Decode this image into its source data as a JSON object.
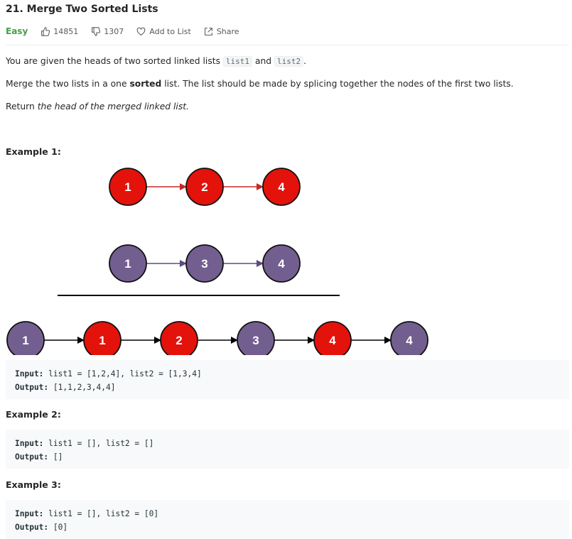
{
  "problem": {
    "title": "21. Merge Two Sorted Lists",
    "difficulty": "Easy",
    "likes": "14851",
    "dislikes": "1307",
    "add_to_list": "Add to List",
    "share": "Share"
  },
  "description": {
    "p1_pre": "You are given the heads of two sorted linked lists ",
    "p1_code1": "list1",
    "p1_mid": " and ",
    "p1_code2": "list2",
    "p1_post": ".",
    "p2_pre": "Merge the two lists in a one ",
    "p2_bold": "sorted",
    "p2_post": " list. The list should be made by splicing together the nodes of the first two lists.",
    "p3_pre": "Return ",
    "p3_em": "the head of the merged linked list."
  },
  "colors": {
    "red_node": "#e3120b",
    "purple_node": "#735e90",
    "red_arrow": "#c62828",
    "purple_arrow": "#5c4b7a"
  },
  "diagram": {
    "list1": [
      "1",
      "2",
      "4"
    ],
    "list2": [
      "1",
      "3",
      "4"
    ],
    "merged": [
      {
        "value": "1",
        "color": "purple"
      },
      {
        "value": "1",
        "color": "red"
      },
      {
        "value": "2",
        "color": "red"
      },
      {
        "value": "3",
        "color": "purple"
      },
      {
        "value": "4",
        "color": "red"
      },
      {
        "value": "4",
        "color": "purple"
      }
    ]
  },
  "examples": [
    {
      "heading": "Example 1:",
      "input_label": "Input:",
      "input": " list1 = [1,2,4], list2 = [1,3,4]",
      "output_label": "Output:",
      "output": " [1,1,2,3,4,4]"
    },
    {
      "heading": "Example 2:",
      "input_label": "Input:",
      "input": " list1 = [], list2 = []",
      "output_label": "Output:",
      "output": " []"
    },
    {
      "heading": "Example 3:",
      "input_label": "Input:",
      "input": " list1 = [], list2 = [0]",
      "output_label": "Output:",
      "output": " [0]"
    }
  ]
}
